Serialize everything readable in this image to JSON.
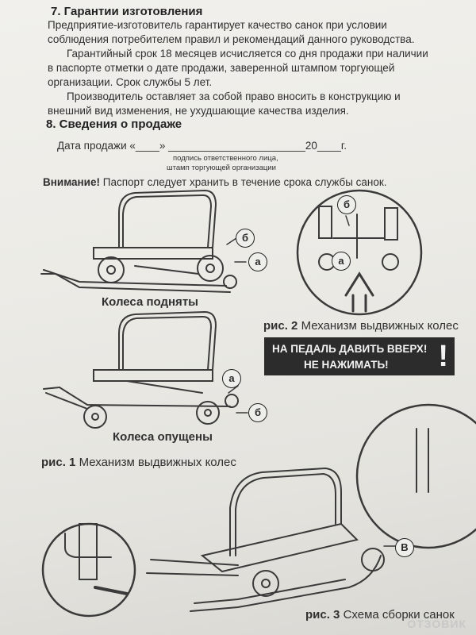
{
  "section7": {
    "title": "7. Гарантии изготовления",
    "lines": [
      "Предприятие-изготовитель гарантирует качество санок при условии",
      "соблюдения потребителем правил и рекомендаций данного руководства.",
      "Гарантийный срок 18 месяцев исчисляется со дня продажи при наличии",
      "в паспорте отметки о дате продажи, заверенной штампом торгующей",
      "организации. Срок службы 5 лет.",
      "Производитель оставляет за собой право вносить в конструкцию и",
      "внешний вид изменения, не ухудшающие качества изделия."
    ]
  },
  "section8": {
    "title": "8. Сведения о продаже",
    "sale_date": "Дата продажи «____» _______________________20____г.",
    "signature_note_1": "подпись ответственного лица,",
    "signature_note_2": "штамп торгующей организации"
  },
  "attention": {
    "label": "Внимание!",
    "text": "Паспорт следует хранить в течение срока службы санок."
  },
  "figures": {
    "wheels_up": "Колеса подняты",
    "wheels_down": "Колеса опущены",
    "fig1_num": "рис. 1",
    "fig1_text": "Механизм выдвижных колес",
    "fig2_num": "рис. 2",
    "fig2_text": "Механизм выдвижных колес",
    "fig3_num": "рис. 3",
    "fig3_text": "Схема сборки санок"
  },
  "warning": {
    "line1": "НА ПЕДАЛЬ ДАВИТЬ ВВЕРХ!",
    "line2": "НЕ НАЖИМАТЬ!",
    "mark": "!"
  },
  "callouts": {
    "a": "а",
    "b": "б",
    "v": "В"
  },
  "watermark": "ОТЗОВИК"
}
